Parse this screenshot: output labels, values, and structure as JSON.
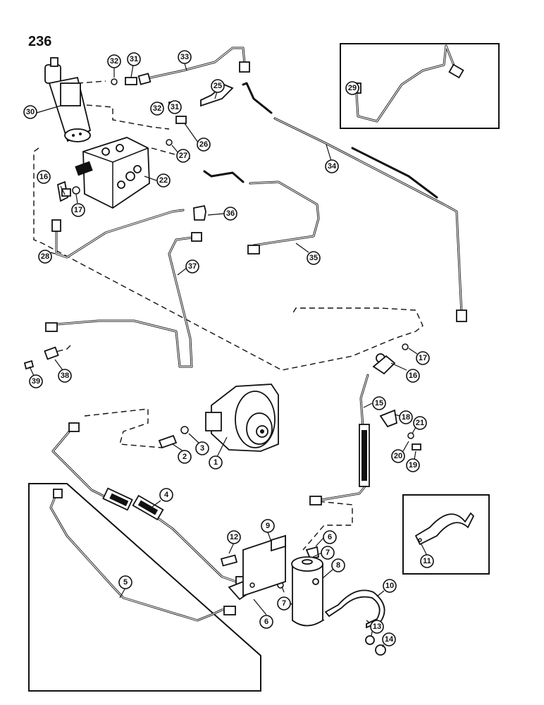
{
  "page_number": "236",
  "callouts": [
    {
      "label": "1"
    },
    {
      "label": "2"
    },
    {
      "label": "3"
    },
    {
      "label": "4"
    },
    {
      "label": "5"
    },
    {
      "label": "6"
    },
    {
      "label": "6"
    },
    {
      "label": "7"
    },
    {
      "label": "7"
    },
    {
      "label": "8"
    },
    {
      "label": "9"
    },
    {
      "label": "10"
    },
    {
      "label": "11"
    },
    {
      "label": "12"
    },
    {
      "label": "13"
    },
    {
      "label": "14"
    },
    {
      "label": "15"
    },
    {
      "label": "16"
    },
    {
      "label": "16"
    },
    {
      "label": "17"
    },
    {
      "label": "17"
    },
    {
      "label": "18"
    },
    {
      "label": "19"
    },
    {
      "label": "20"
    },
    {
      "label": "21"
    },
    {
      "label": "22"
    },
    {
      "label": "25"
    },
    {
      "label": "26"
    },
    {
      "label": "27"
    },
    {
      "label": "28"
    },
    {
      "label": "29"
    },
    {
      "label": "30"
    },
    {
      "label": "31"
    },
    {
      "label": "31"
    },
    {
      "label": "32"
    },
    {
      "label": "32"
    },
    {
      "label": "33"
    },
    {
      "label": "34"
    },
    {
      "label": "35"
    },
    {
      "label": "36"
    },
    {
      "label": "37"
    },
    {
      "label": "38"
    },
    {
      "label": "39"
    }
  ]
}
